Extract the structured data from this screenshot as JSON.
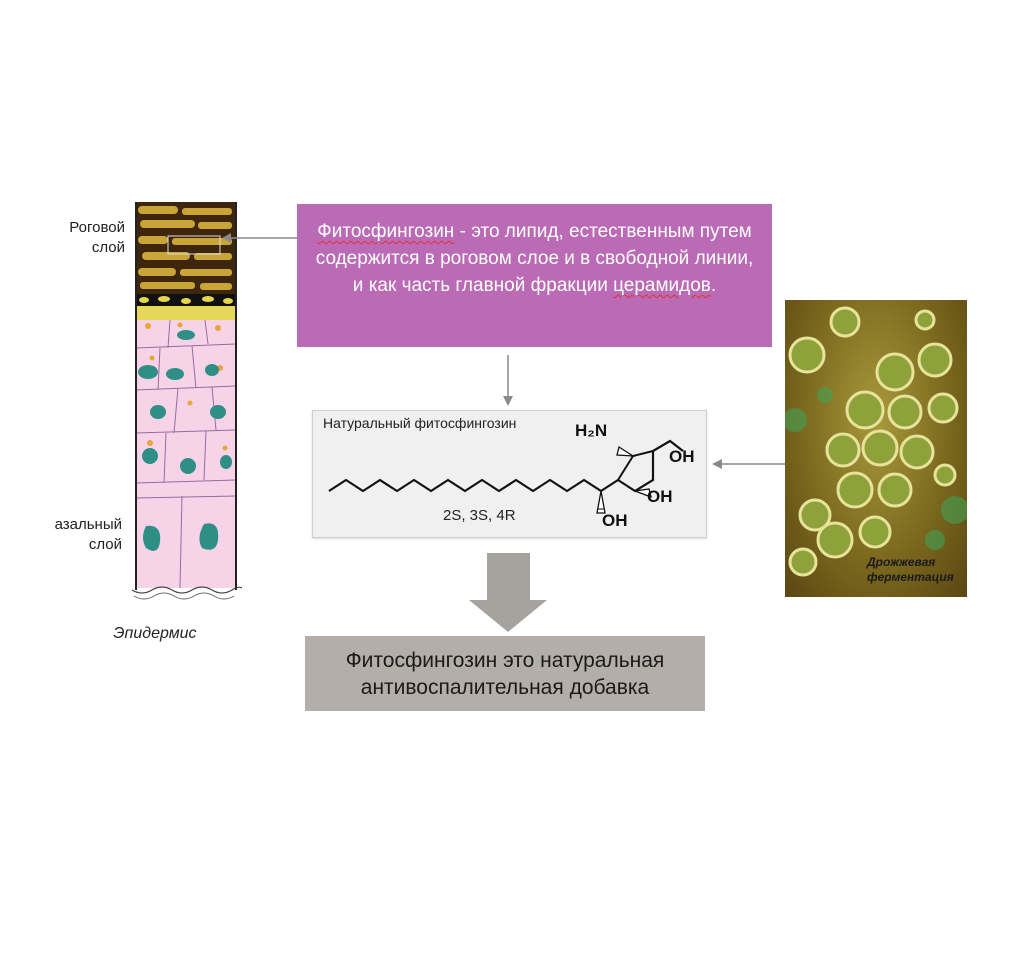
{
  "epidermis": {
    "horny_layer_label": "Роговой слой",
    "basal_layer_label": "азальный слой",
    "caption": "Эпидермис"
  },
  "definition": {
    "term": "Фитосфингозин",
    "text_1": " - это липид, естественным путем содержится в роговом слое и в свободной линии, и как часть главной фракции ",
    "term_2": "церамидов",
    "text_2": "."
  },
  "structure": {
    "title": "Натуральный фитосфингозин",
    "stereochemistry": "2S, 3S, 4R",
    "amine": "H₂N",
    "hydroxyl_1": "OH",
    "hydroxyl_2": "OH",
    "hydroxyl_3": "OH"
  },
  "yeast": {
    "caption": "Дрожжевая ферментация"
  },
  "result": {
    "text": "Фитосфингозин это натуральная антивоспалительная добавка"
  },
  "colors": {
    "definition_box": "#bb6bb5",
    "result_box": "#b3aea8",
    "skin_pink": "#f5cfe6",
    "nucleus_teal": "#2f8f86",
    "horny_brown": "#4a2e10"
  }
}
